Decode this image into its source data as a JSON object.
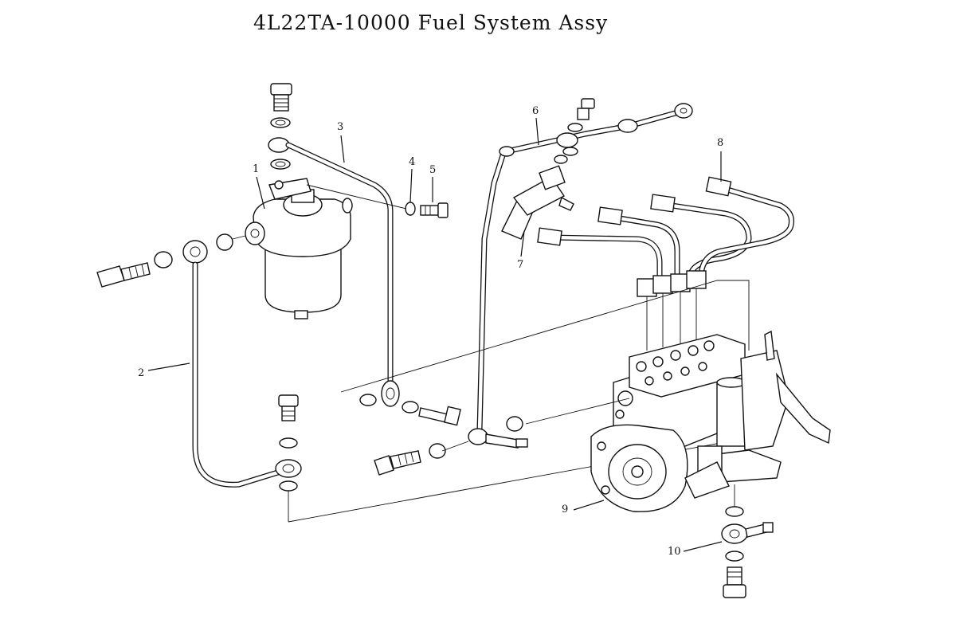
{
  "title": "4L22TA-10000 Fuel System Assy",
  "callouts": [
    {
      "id": "1",
      "label": "1"
    },
    {
      "id": "2",
      "label": "2"
    },
    {
      "id": "3",
      "label": "3"
    },
    {
      "id": "4",
      "label": "4"
    },
    {
      "id": "5",
      "label": "5"
    },
    {
      "id": "6",
      "label": "6"
    },
    {
      "id": "7",
      "label": "7"
    },
    {
      "id": "8",
      "label": "8"
    },
    {
      "id": "9",
      "label": "9"
    },
    {
      "id": "10",
      "label": "10"
    }
  ]
}
